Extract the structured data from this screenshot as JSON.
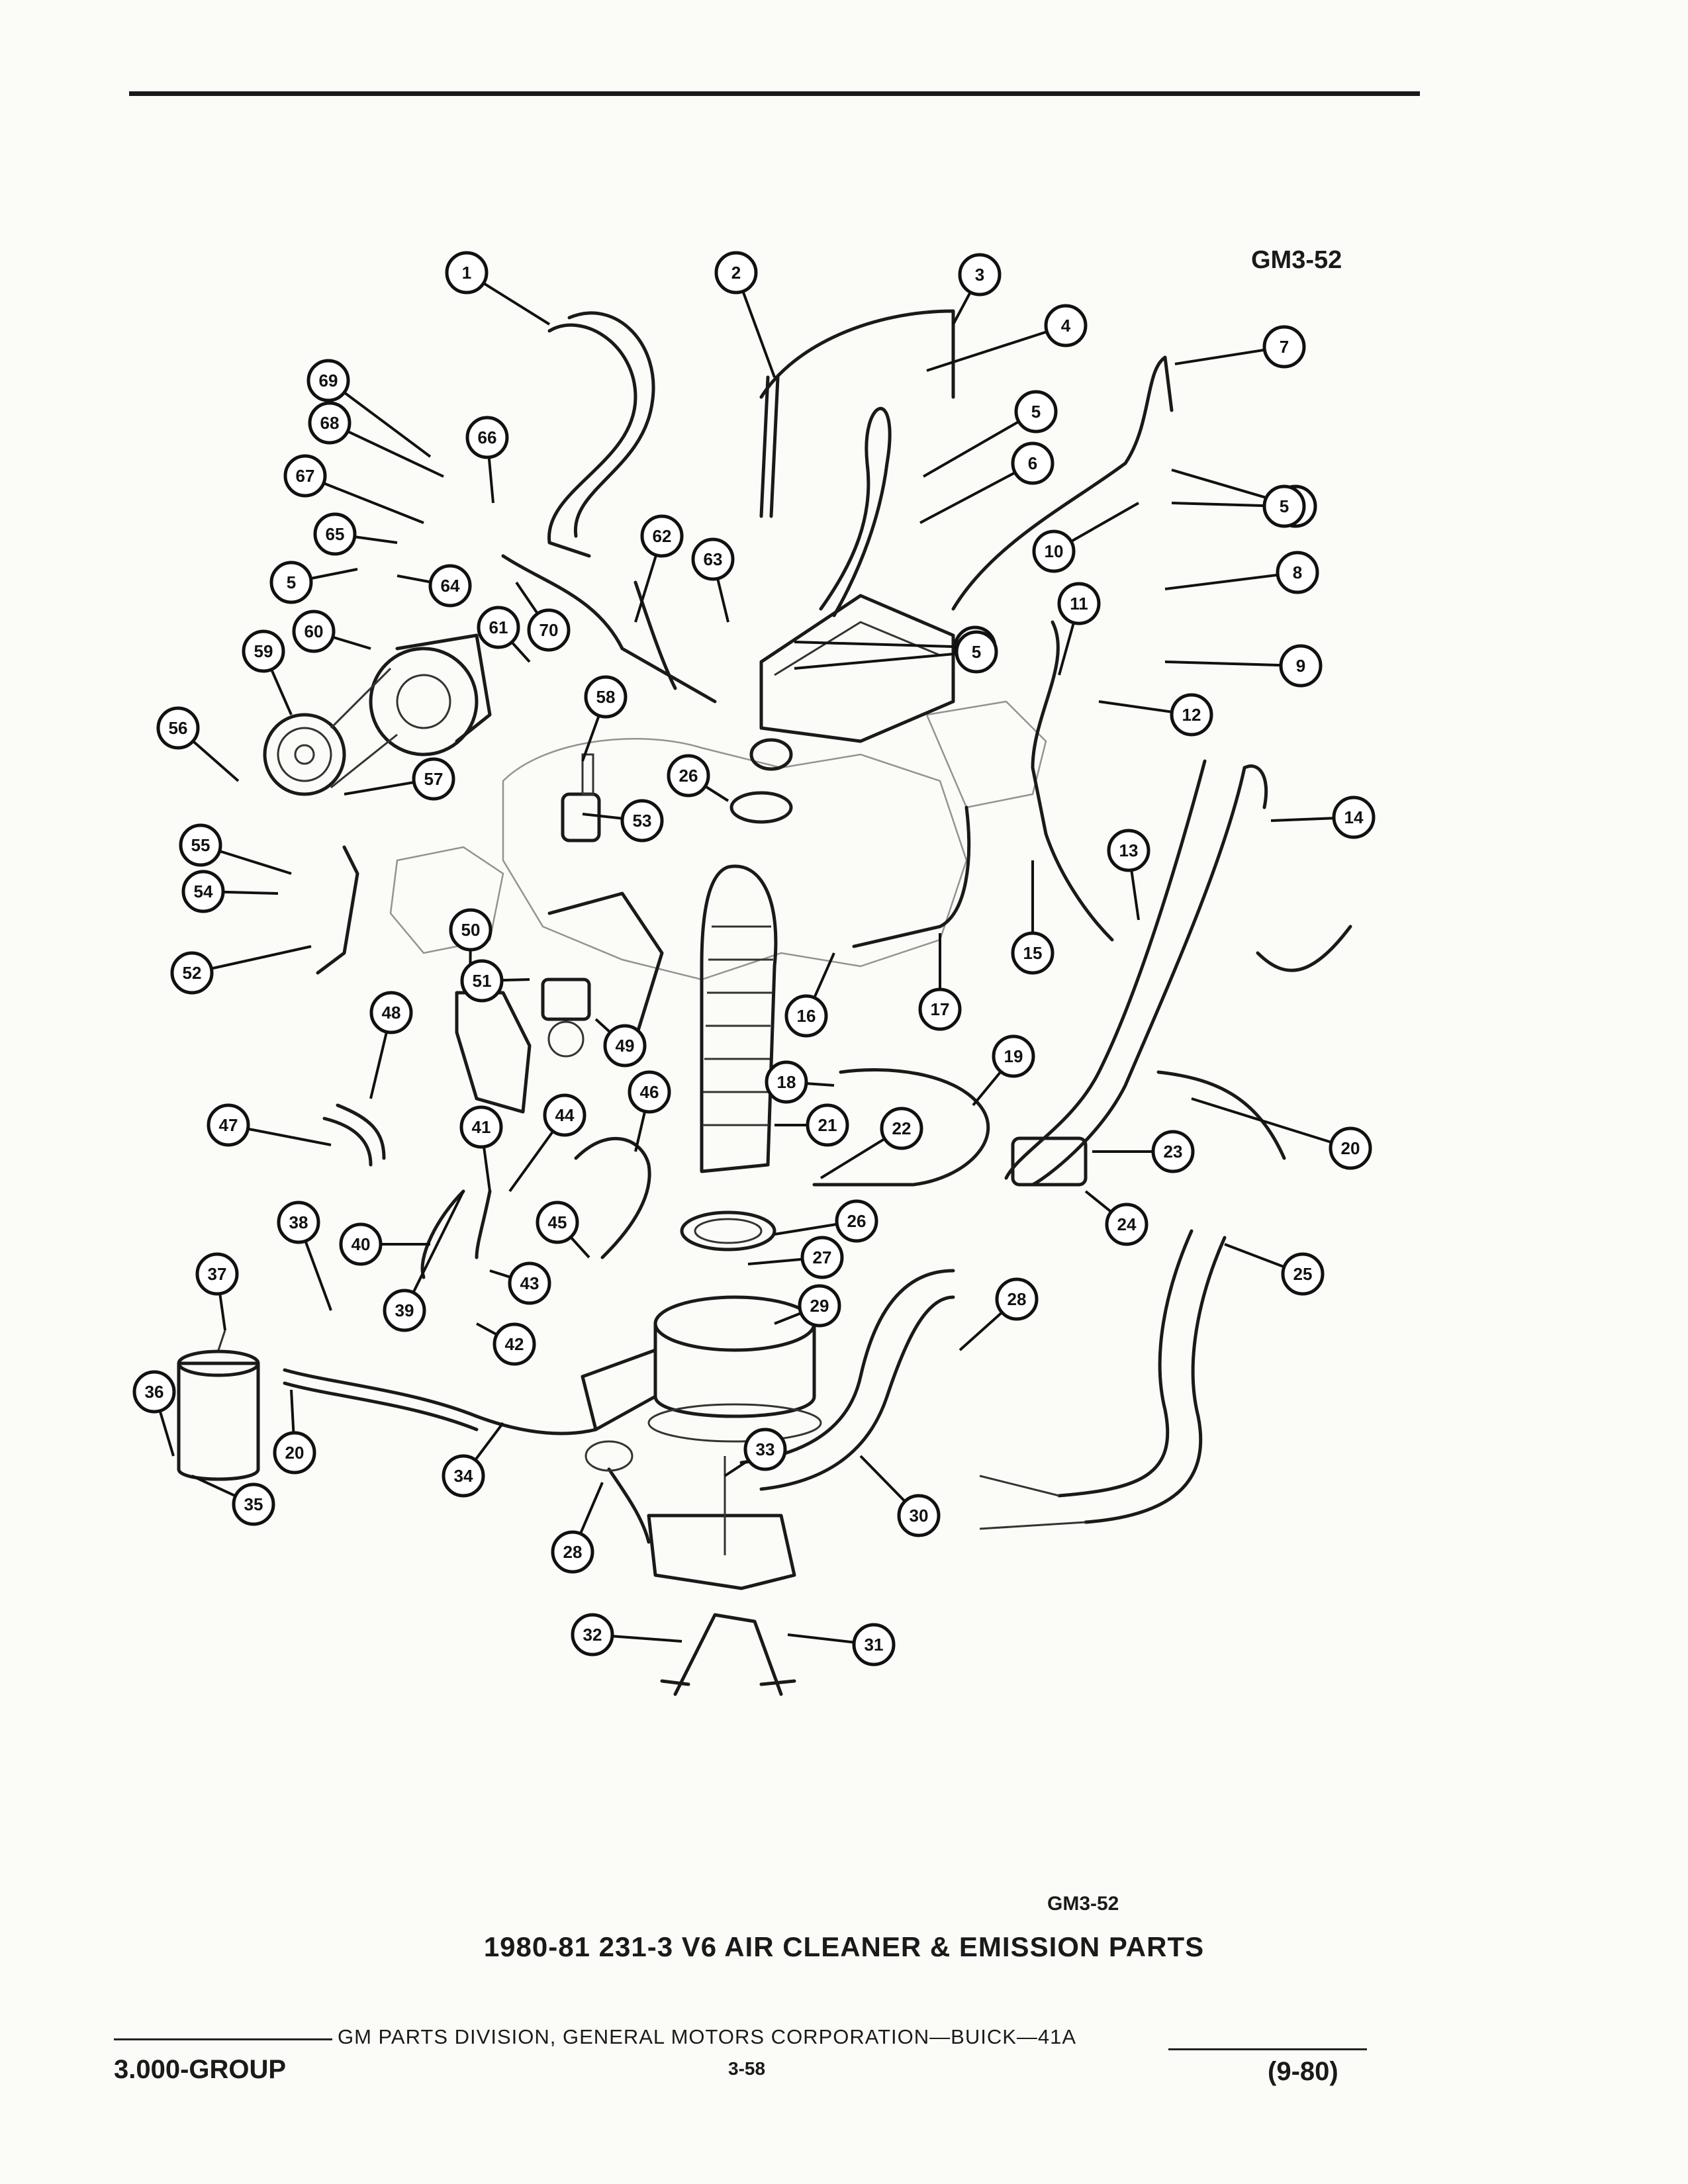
{
  "figure_id_top": "GM3-52",
  "figure_id_bottom": "GM3-52",
  "caption": "1980-81 231-3 V6 AIR CLEANER & EMISSION PARTS",
  "footer": {
    "publisher": "GM PARTS DIVISION, GENERAL MOTORS CORPORATION—BUICK—41A",
    "group": "3.000-GROUP",
    "page": "3-58",
    "revision": "(9-80)"
  },
  "callouts": [
    "1",
    "2",
    "3",
    "4",
    "5",
    "6",
    "7",
    "5",
    "8",
    "9",
    "10",
    "11",
    "12",
    "13",
    "14",
    "15",
    "16",
    "17",
    "18",
    "19",
    "20",
    "21",
    "22",
    "23",
    "24",
    "25",
    "26",
    "26",
    "27",
    "28",
    "28",
    "29",
    "30",
    "31",
    "32",
    "33",
    "34",
    "35",
    "36",
    "37",
    "38",
    "39",
    "40",
    "41",
    "42",
    "43",
    "44",
    "45",
    "46",
    "47",
    "48",
    "49",
    "50",
    "51",
    "52",
    "53",
    "54",
    "55",
    "56",
    "57",
    "58",
    "59",
    "60",
    "61",
    "62",
    "63",
    "5",
    "64",
    "5",
    "65",
    "66",
    "67",
    "68",
    "69",
    "70",
    "5",
    "5",
    "20"
  ]
}
